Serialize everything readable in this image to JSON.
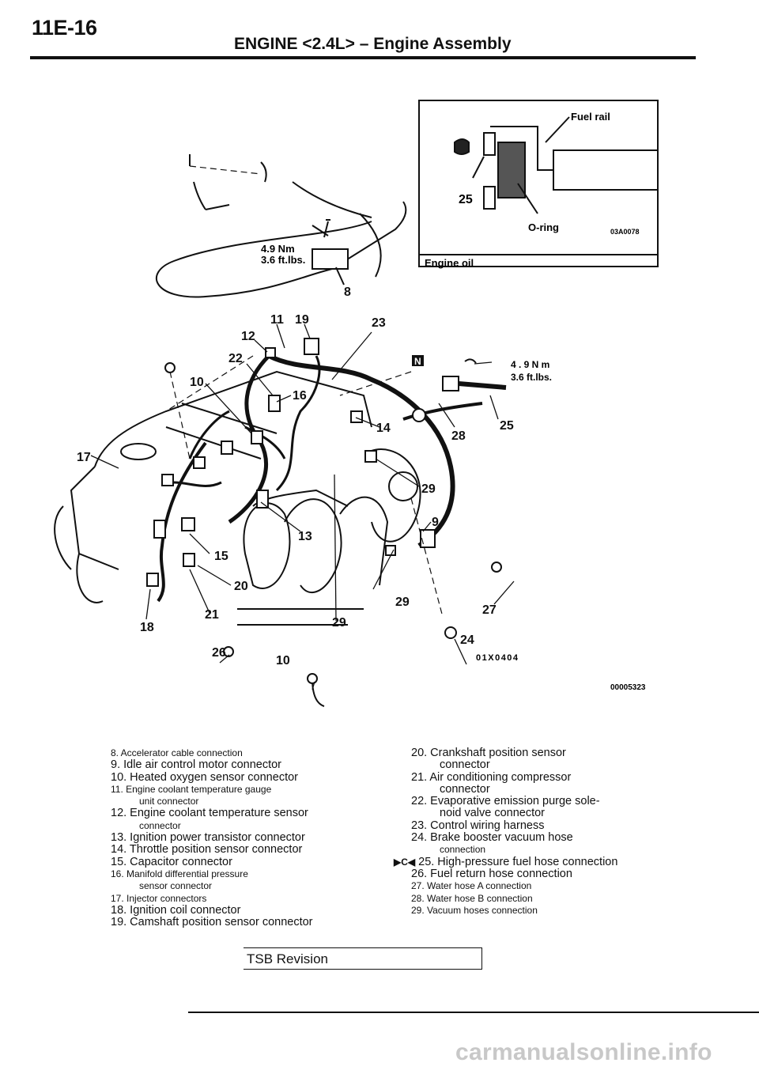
{
  "header": {
    "code": "11E-16",
    "title": "ENGINE <2.4L> – Engine Assembly"
  },
  "figure": {
    "inset_labels": {
      "fuel_rail": "Fuel rail",
      "o_ring": "O-ring",
      "engine_oil": "Engine oil",
      "part_25": "25",
      "inset_code": "03A0078"
    },
    "torque_1": {
      "nm": "4.9 Nm",
      "ftlbs": "3.6 ft.lbs."
    },
    "torque_2": {
      "nm": "4 . 9 N m",
      "ftlbs": "3.6 ft.lbs."
    },
    "n_badge": "N",
    "callouts": {
      "c8": "8",
      "c11": "11",
      "c19": "19",
      "c23": "23",
      "c12": "12",
      "c22": "22",
      "c10a": "10",
      "c16": "16",
      "c14": "14",
      "c28": "28",
      "c25": "25",
      "c17": "17",
      "c29a": "29",
      "c9": "9",
      "c13": "13",
      "c15": "15",
      "c20": "20",
      "c29b": "29",
      "c27": "27",
      "c21": "21",
      "c29c": "29",
      "c18": "18",
      "c24": "24",
      "c26": "26",
      "c10b": "10"
    },
    "fig_code": "01X0404",
    "page_code": "00005323"
  },
  "legend_left": [
    {
      "text": "8. Accelerator cable connection",
      "size": "sm"
    },
    {
      "text": "9. Idle air control motor connector"
    },
    {
      "text": "10. Heated oxygen sensor connector"
    },
    {
      "text": "11. Engine coolant temperature gauge",
      "size": "sm"
    },
    {
      "text": "unit connector",
      "size": "sm",
      "indent": true
    },
    {
      "text": "12. Engine coolant temperature sensor"
    },
    {
      "text": "connector",
      "size": "sm",
      "indent": true
    },
    {
      "text": "13. Ignition power transistor connector"
    },
    {
      "text": "14. Throttle position sensor connector"
    },
    {
      "text": "15. Capacitor connector"
    },
    {
      "text": "16. Manifold differential pressure",
      "size": "sm"
    },
    {
      "text": "sensor connector",
      "size": "sm",
      "indent": true
    },
    {
      "text": "17. Injector connectors",
      "size": "sm"
    },
    {
      "text": "18. Ignition coil connector"
    },
    {
      "text": "19. Camshaft position sensor connector"
    }
  ],
  "legend_right": [
    {
      "text": "20. Crankshaft position sensor"
    },
    {
      "text": "connector",
      "indent": true
    },
    {
      "text": "21. Air conditioning compressor"
    },
    {
      "text": "connector",
      "indent": true
    },
    {
      "text": "22. Evaporative emission purge sole-"
    },
    {
      "text": "noid valve connector",
      "indent": true
    },
    {
      "text": "23. Control wiring harness"
    },
    {
      "text": "24. Brake booster vacuum hose"
    },
    {
      "text": "connection",
      "size": "sm",
      "indent": true
    },
    {
      "text": "25. High-pressure fuel hose connection",
      "mark": "▶C◀"
    },
    {
      "text": "26. Fuel return hose connection"
    },
    {
      "text": "27. Water hose A connection",
      "size": "sm"
    },
    {
      "text": "28. Water hose B connection",
      "size": "sm"
    },
    {
      "text": "29. Vacuum hoses connection",
      "size": "sm"
    }
  ],
  "tsb": "TSB Revision",
  "footer": "carmanualsonline.info"
}
